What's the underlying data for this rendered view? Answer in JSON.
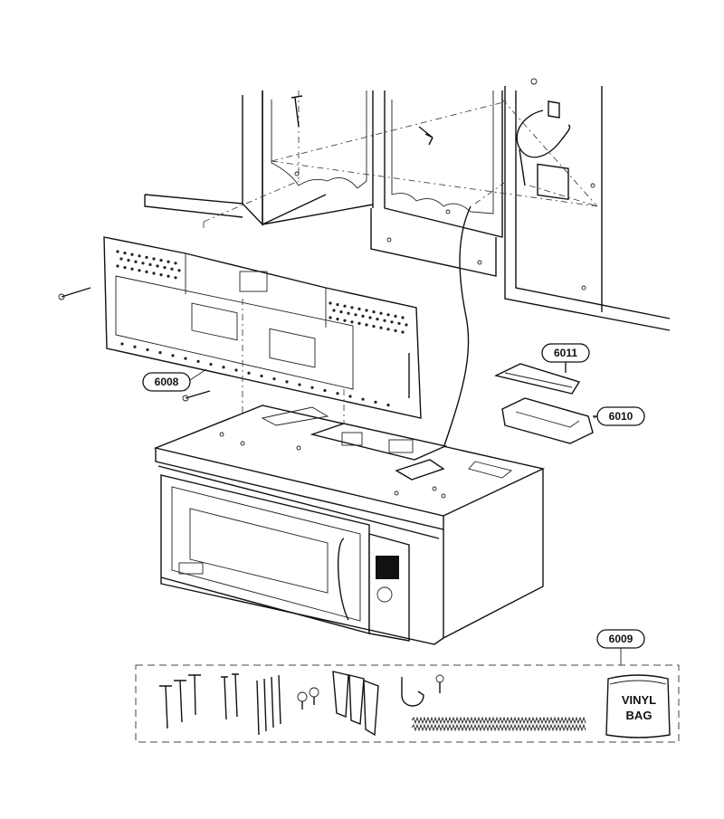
{
  "callouts": {
    "mounting_plate": "6008",
    "hardware_kit": "6009",
    "damper_housing": "6010",
    "damper": "6011"
  },
  "vinyl_bag": {
    "line1": "VINYL",
    "line2": "BAG"
  }
}
